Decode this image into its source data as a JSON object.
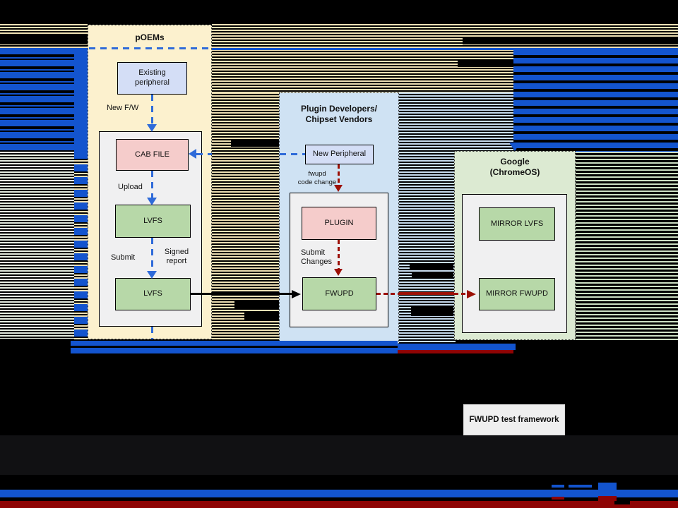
{
  "colors": {
    "panel_cream": "#fcf1ce",
    "panel_blue": "#cfe2f3",
    "panel_green": "#dcead2",
    "box_periwinkle": "#d4def6",
    "box_pink": "#f5cccb",
    "box_green": "#b7d8a8",
    "inner_gray": "#f0f0f1",
    "glitch_blue": "#1354ce",
    "arrow_blue": "#2f6bd9",
    "arrow_red": "#9c1005",
    "bottom_red": "#8e0404"
  },
  "diagram": {
    "poems": {
      "title": "pOEMs",
      "existing_peripheral": "Existing\nperipheral",
      "new_fw_label": "New F/W",
      "cab_file": "CAB FILE",
      "upload_label": "Upload",
      "lvfs_top": "LVFS",
      "submit_label": "Submit",
      "signed_report_label": "Signed\nreport",
      "lvfs_bottom": "LVFS"
    },
    "plugin": {
      "title": "Plugin Developers/\nChipset Vendors",
      "new_peripheral": "New Peripheral",
      "fwupd_code_change_label": "fwupd\ncode change",
      "plugin_box": "PLUGIN",
      "submit_changes_label": "Submit\nChanges",
      "fwupd_box": "FWUPD"
    },
    "google": {
      "title": "Google\n(ChromeOS)",
      "mirror_lvfs": "MIRROR LVFS",
      "mirror_fwupd": "MIRROR FWUPD"
    },
    "footer": {
      "test_framework": "FWUPD test framework"
    }
  }
}
